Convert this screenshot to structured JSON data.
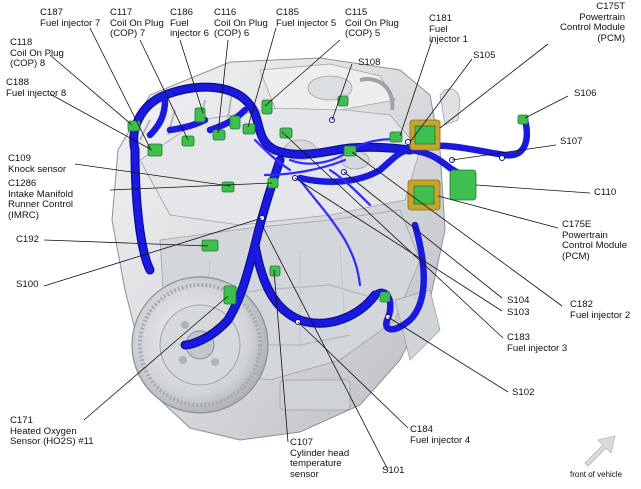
{
  "colors": {
    "harness": "#1a1adf",
    "harness_dark": "#0c0c9a",
    "connector": "#3fbf4f",
    "connector_dark": "#1f7a2c",
    "pcm_gold": "#c9a42a",
    "engine_light": "#e9eaec",
    "engine_mid": "#c9cbcf",
    "engine_dark": "#8d9095",
    "leader": "#111111"
  },
  "icons": {
    "arrow": "front-of-vehicle-arrow-icon"
  },
  "labels": {
    "c187": "C187\nFuel injector 7",
    "c117": "C117\nCoil On Plug\n(COP) 7",
    "c186": "C186\nFuel\ninjector 6",
    "c116": "C116\nCoil On Plug\n(COP) 6",
    "c185": "C185\nFuel injector 5",
    "c115": "C115\nCoil On Plug\n(COP) 5",
    "c181": "C181\nFuel\ninjector 1",
    "c175t": "C175T\nPowertrain\nControl Module\n(PCM)",
    "c118": "C118\nCoil On Plug\n(COP) 8",
    "c188": "C188\nFuel injector 8",
    "s105": "S105",
    "s108": "S108",
    "s106": "S106",
    "s107": "S107",
    "c109": "C109\nKnock sensor",
    "c1286": "C1286\nIntake Manifold\nRunner Control\n(IMRC)",
    "c110": "C110",
    "c175e": "C175E\nPowertrain\nControl Module\n(PCM)",
    "c192": "C192",
    "s100": "S100",
    "s104": "S104",
    "s103": "S103",
    "c182": "C182\nFuel injector 2",
    "c183": "C183\nFuel injector 3",
    "s102": "S102",
    "c171": "C171\nHeated Oxygen\nSensor (HO2S) #11",
    "c107": "C107\nCylinder head\ntemperature\nsensor",
    "c184": "C184\nFuel injector 4",
    "s101": "S101",
    "front_of_vehicle": "front of vehicle"
  }
}
